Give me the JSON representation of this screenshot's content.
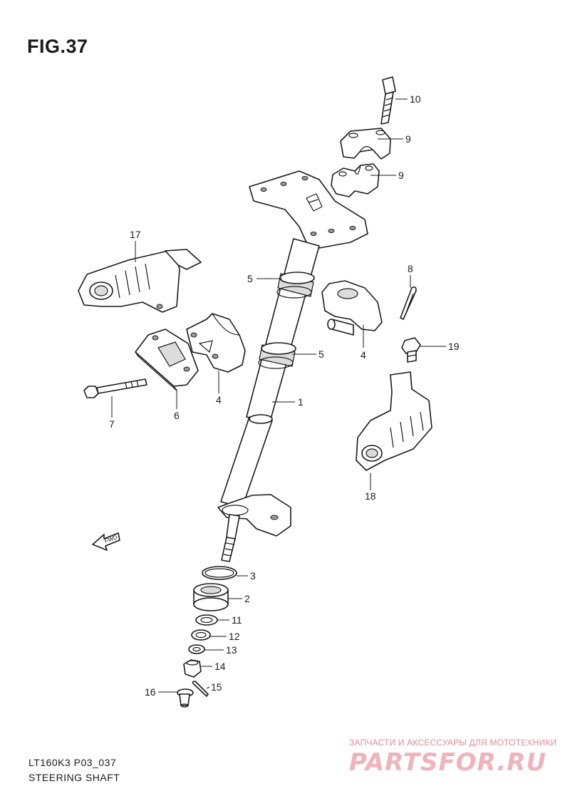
{
  "figure": {
    "title": "FIG.37",
    "model_code": "LT160K3 P03_037",
    "name": "STEERING SHAFT"
  },
  "fwd_arrow": {
    "label": "FWD"
  },
  "watermark": {
    "line1": "ЗАПЧАСТИ И АКСЕССУАРЫ ДЛЯ МОТОТЕХНИКИ",
    "line2": "PARTSFOR.RU"
  },
  "callouts": [
    {
      "id": "c10",
      "label": "10"
    },
    {
      "id": "c9a",
      "label": "9"
    },
    {
      "id": "c9b",
      "label": "9"
    },
    {
      "id": "c17",
      "label": "17"
    },
    {
      "id": "c8",
      "label": "8"
    },
    {
      "id": "c5a",
      "label": "5"
    },
    {
      "id": "c5b",
      "label": "5"
    },
    {
      "id": "c4a",
      "label": "4"
    },
    {
      "id": "c19",
      "label": "19"
    },
    {
      "id": "c4b",
      "label": "4"
    },
    {
      "id": "c6",
      "label": "6"
    },
    {
      "id": "c7",
      "label": "7"
    },
    {
      "id": "c1",
      "label": "1"
    },
    {
      "id": "c18",
      "label": "18"
    },
    {
      "id": "c3",
      "label": "3"
    },
    {
      "id": "c2",
      "label": "2"
    },
    {
      "id": "c11",
      "label": "11"
    },
    {
      "id": "c12",
      "label": "12"
    },
    {
      "id": "c13",
      "label": "13"
    },
    {
      "id": "c14",
      "label": "14"
    },
    {
      "id": "c15",
      "label": "15"
    },
    {
      "id": "c16",
      "label": "16"
    }
  ]
}
